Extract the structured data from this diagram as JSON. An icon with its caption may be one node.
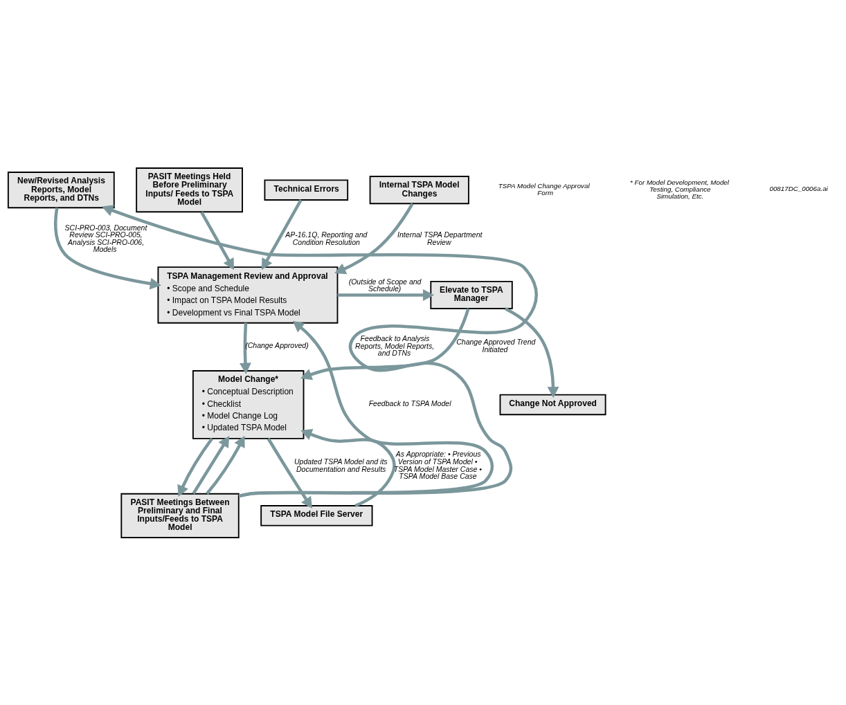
{
  "diagram": {
    "nodes": [
      {
        "text": [
          "New/Revised Analysis Reports, Model Reports, and DTNs"
        ]
      },
      {
        "text": [
          "PASIT Meetings Held Before Preliminary Inputs/ Feeds to TSPA Model"
        ]
      },
      {
        "text": [
          "Technical Errors"
        ]
      },
      {
        "text": [
          "Internal TSPA Model Changes"
        ]
      },
      {
        "text": [
          "TSPA Management Review and Approval",
          "• Scope and Schedule",
          "• Impact on TSPA Model Results",
          "• Development vs Final TSPA Model"
        ]
      },
      {
        "text": [
          "Elevate to TSPA Manager"
        ]
      },
      {
        "text": [
          "Change Not Approved"
        ]
      },
      {
        "text": [
          "Model Change*",
          "• Conceptual Description",
          "• Checklist",
          "• Model Change Log",
          "• Updated TSPA Model"
        ]
      },
      {
        "text": [
          "PASIT Meetings Between Preliminary and Final Inputs/Feeds to TSPA Model"
        ]
      },
      {
        "text": [
          "TSPA Model File Server"
        ]
      }
    ],
    "edges": [
      {
        "from": 0,
        "to": 4,
        "arrow": "to",
        "label": "SCI-PRO-003, Document Review SCI-PRO-005, Analysis SCI-PRO-006, Models"
      },
      {
        "from": 1,
        "to": 4,
        "arrow": "to"
      },
      {
        "from": 2,
        "to": 4,
        "arrow": "to",
        "label": "AP-16.1Q, Reporting and Condition Resolution"
      },
      {
        "from": 3,
        "to": 4,
        "arrow": "to",
        "label": "Internal TSPA Department Review"
      },
      {
        "from": 4,
        "to": 5,
        "arrow": "to",
        "label": "(Outside of Scope and Schedule)"
      },
      {
        "from": 4,
        "to": 7,
        "arrow": "to",
        "label": "(Change Approved)"
      },
      {
        "from": 5,
        "to": 7,
        "arrow": "to",
        "label": "Change Approved Trend Initiated"
      },
      {
        "from": 5,
        "to": 6,
        "arrow": "to"
      },
      {
        "from": 7,
        "to": 8,
        "arrow": "to"
      },
      {
        "from": 7,
        "to": 9,
        "arrow": "to",
        "label": "Updated TSPA Model and its Documentation and Results"
      },
      {
        "from": 9,
        "to": 7,
        "arrow": "to",
        "label": "As Appropriate: • Previous Version of TSPA Model • TSPA Model Master Case • TSPA Model Base Case"
      },
      {
        "from": 8,
        "to": 0,
        "arrow": "to",
        "label": "Feedback to Analysis Reports, Model Reports, and DTNs"
      },
      {
        "from": 8,
        "to": 4,
        "arrow": "to",
        "label": "Feedback to TSPA Model"
      },
      {
        "from": 8,
        "to": 7,
        "arrow": "to"
      },
      {
        "from": 8,
        "to": 7,
        "arrow": "to"
      }
    ],
    "labels": [
      "TSPA Model Change Approval Form",
      "* For Model Development, Model Testing, Compliance Simulation, Etc.",
      "00817DC_0006a.ai"
    ]
  }
}
